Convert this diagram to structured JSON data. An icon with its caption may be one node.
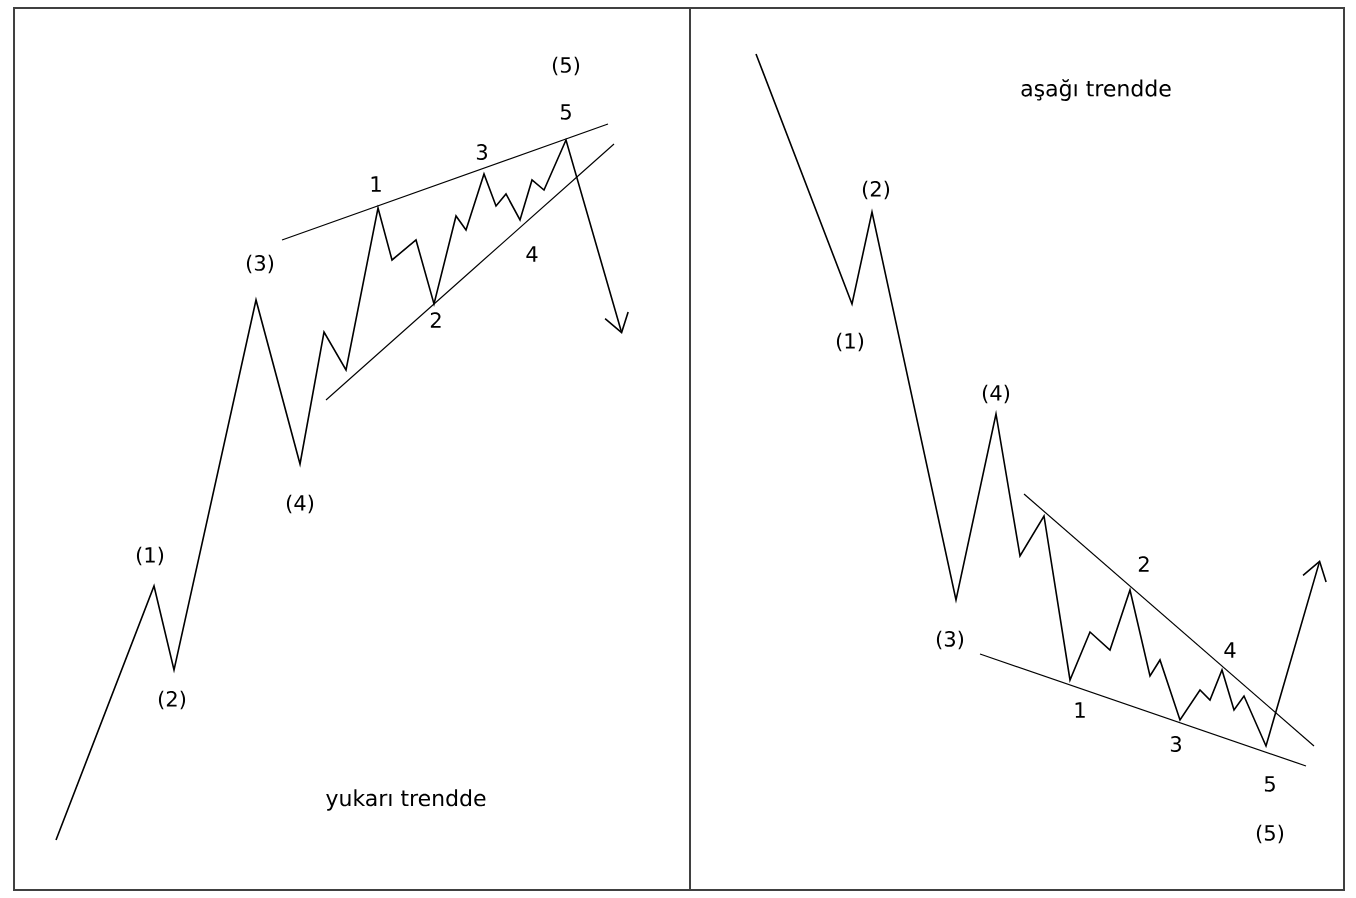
{
  "diagram": {
    "labels": [
      "(5)",
      "5",
      "3",
      "1",
      "(3)",
      "4",
      "2",
      "(4)",
      "(1)",
      "(2)",
      "yukarı trendde",
      "aşağı trendde",
      "(2)",
      "(1)",
      "(4)",
      "2",
      "(3)",
      "4",
      "1",
      "3",
      "5",
      "(5)"
    ]
  }
}
